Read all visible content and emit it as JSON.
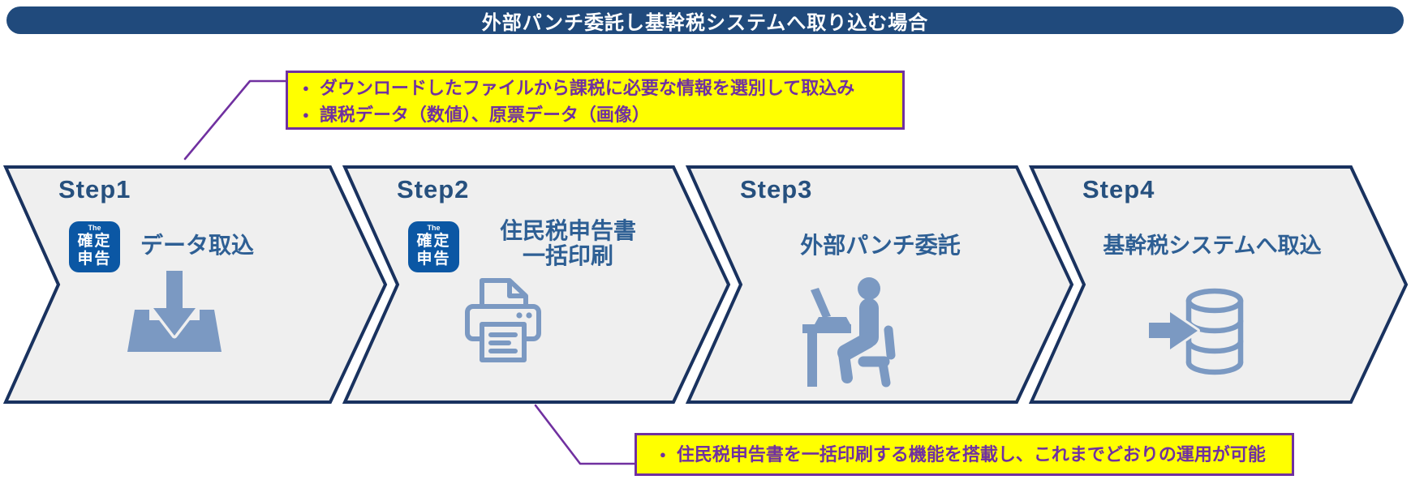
{
  "header": {
    "title": "外部パンチ委託し基幹税システムへ取り込む場合"
  },
  "bullet_char": "●",
  "callout_top": {
    "bullets": [
      "ダウンロードしたファイルから課税に必要な情報を選別して取込み",
      "課税データ（数値）、原票データ（画像）"
    ]
  },
  "callout_bottom": {
    "bullets": [
      "住民税申告書を一括印刷する機能を搭載し、これまでどおりの運用が可能"
    ]
  },
  "app_badge": {
    "brand": "The",
    "line1": "確定",
    "line2": "申告"
  },
  "steps": [
    {
      "label": "Step1",
      "title": "データ取込"
    },
    {
      "label": "Step2",
      "title": "住民税申告書",
      "title2": "一括印刷"
    },
    {
      "label": "Step3",
      "title": "外部パンチ委託"
    },
    {
      "label": "Step4",
      "title": "基幹税システムへ取込"
    }
  ],
  "colors": {
    "title_bar": "#204a7c",
    "chevron_border": "#19325f",
    "chevron_fill": "#efefef",
    "step_text": "#2e5f94",
    "icon_blue": "#7b99c2",
    "badge_blue": "#0b57a4",
    "callout_purple": "#7030a0",
    "callout_yellow": "#ffff00"
  }
}
